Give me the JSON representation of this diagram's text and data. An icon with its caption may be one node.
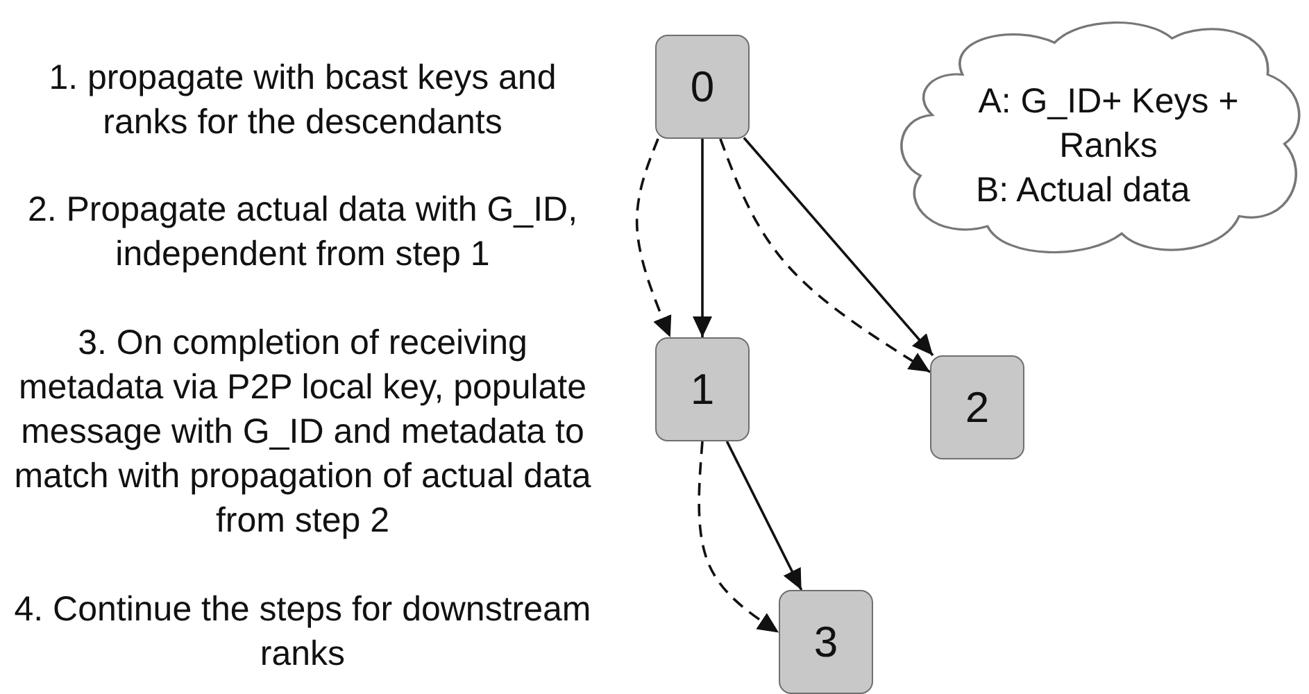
{
  "diagram": {
    "nodes": [
      {
        "text": [
          "0"
        ]
      },
      {
        "text": [
          "1"
        ]
      },
      {
        "text": [
          "2"
        ]
      },
      {
        "text": [
          "3"
        ]
      },
      {
        "text": [
          "A: G_ID+ Keys + Ranks",
          "B: Actual data"
        ]
      }
    ],
    "edges": [
      {
        "from": 0,
        "to": 1,
        "arrow": "to",
        "style": "dashed"
      },
      {
        "from": 0,
        "to": 1,
        "arrow": "to"
      },
      {
        "from": 0,
        "to": 2,
        "arrow": "to",
        "style": "dashed"
      },
      {
        "from": 0,
        "to": 2,
        "arrow": "to"
      },
      {
        "from": 1,
        "to": 3,
        "arrow": "to"
      },
      {
        "from": 1,
        "to": 3,
        "arrow": "to",
        "style": "dashed"
      }
    ],
    "labels": [
      "1. propagate with bcast keys and ranks for the descendants",
      "2. Propagate actual data with G_ID, independent from step 1",
      "3. On completion of receiving metadata via P2P local key, populate message with G_ID and metadata to match with propagation of actual data from step 2",
      "4. Continue the steps for downstream ranks"
    ]
  }
}
